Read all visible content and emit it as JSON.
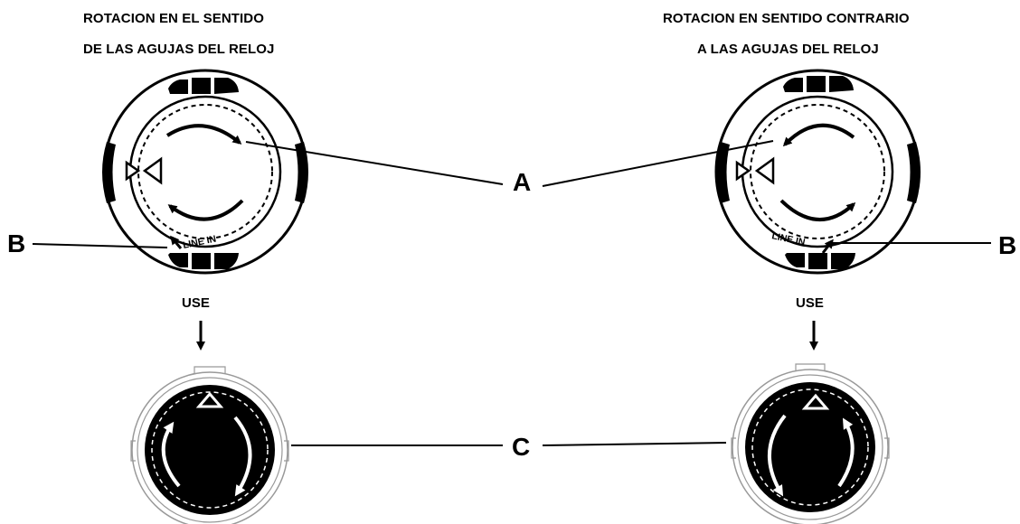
{
  "left_title": {
    "line1": "ROTACION EN EL SENTIDO",
    "line2": "DE LAS AGUJAS DEL RELOJ"
  },
  "right_title": {
    "line1": "ROTACION EN SENTIDO CONTRARIO",
    "line2": "A LAS AGUJAS DEL RELOJ"
  },
  "callouts": {
    "a": "A",
    "b_left": "B",
    "b_right": "B",
    "c": "C"
  },
  "left_dial_label": "LINE IN",
  "right_dial_label": "LINE IN",
  "left_use_label": "USE",
  "right_use_label": "USE",
  "colors": {
    "ink": "#000000",
    "gray_outline": "#999999",
    "background": "#ffffff"
  },
  "icons": [
    "rotation-arrow-icon",
    "pointer-triangle-icon",
    "down-arrow-icon",
    "line-in-arrow-icon"
  ]
}
